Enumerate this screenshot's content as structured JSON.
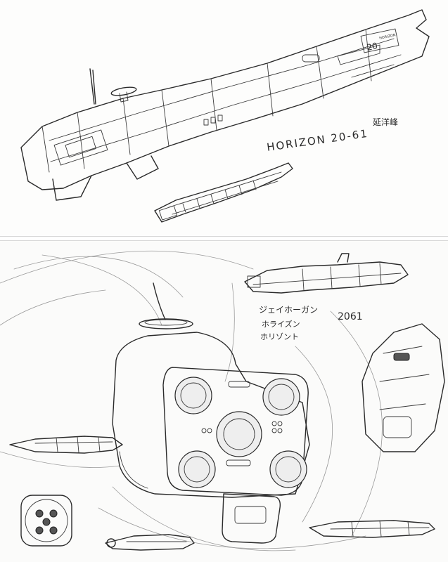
{
  "top_panel": {
    "caption_name": "HORIZON 20-61",
    "caption_sig": "延洋峰",
    "hull_number": "20",
    "hull_name": "HORIZON"
  },
  "bottom_panel": {
    "caption_jp1": "ジェイホーガン",
    "caption_number": "2061",
    "caption_jp2": "ホライズン",
    "caption_jp3": "ホリゾント"
  }
}
